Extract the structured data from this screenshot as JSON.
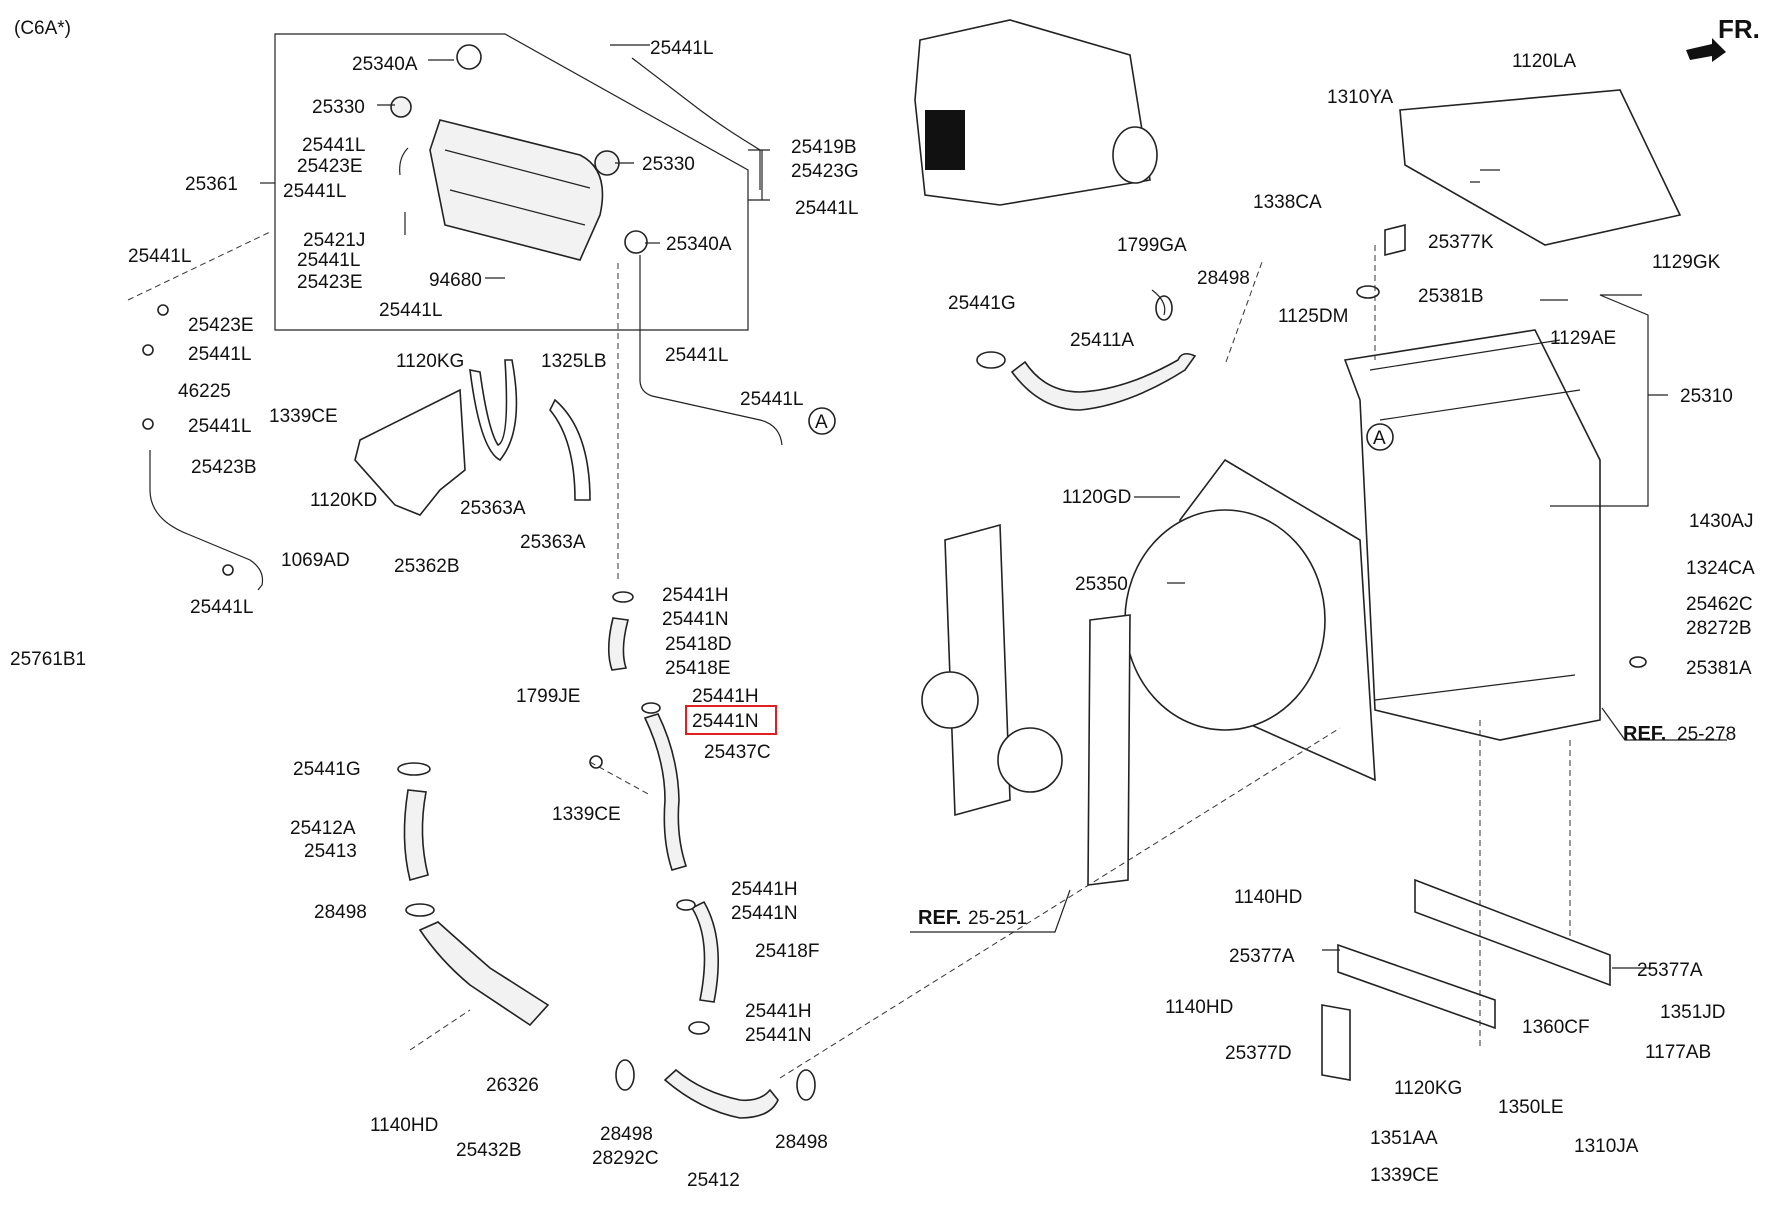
{
  "variant": "(C6A*)",
  "direction": "FR.",
  "labels": {
    "l25340A_1": "25340A",
    "l25441L_1": "25441L",
    "l25330_1": "25330",
    "l25441L_2": "25441L",
    "l25423E_1": "25423E",
    "l25361": "25361",
    "l25441L_3": "25441L",
    "l25330_2": "25330",
    "l25419B": "25419B",
    "l25423G": "25423G",
    "l25441L_4": "25441L",
    "l25421J": "25421J",
    "l25441L_5": "25441L",
    "l25340A_2": "25340A",
    "l25423E_2": "25423E",
    "l94680": "94680",
    "l25441L_6": "25441L",
    "l25441L_7": "25441L",
    "l25423E_3": "25423E",
    "l25441L_8": "25441L",
    "l25441L_9": "25441L",
    "l1120KG_1": "1120KG",
    "l1325LB": "1325LB",
    "l46225": "46225",
    "l1339CE_1": "1339CE",
    "l25441L_10": "25441L",
    "l25441L_11": "25441L",
    "l25423B": "25423B",
    "l1120KD": "1120KD",
    "l25363A_1": "25363A",
    "l25363A_2": "25363A",
    "l25362B": "25362B",
    "l1069AD": "1069AD",
    "l25441L_12": "25441L",
    "l25761B1": "25761B1",
    "l25441H_1": "25441H",
    "l25441N_1": "25441N",
    "l25418D": "25418D",
    "l25418E": "25418E",
    "l1799JE": "1799JE",
    "l25441H_2": "25441H",
    "l25441N_2": "25441N",
    "l25437C": "25437C",
    "l1339CE_2": "1339CE",
    "l25441G_1": "25441G",
    "l25412A": "25412A",
    "l25413": "25413",
    "l28498_1": "28498",
    "l25441H_3": "25441H",
    "l25441N_3": "25441N",
    "l25418F": "25418F",
    "l25441H_4": "25441H",
    "l25441N_4": "25441N",
    "l26326": "26326",
    "l1140HD_1": "1140HD",
    "l25432B": "25432B",
    "l28498_2": "28498",
    "l28292C": "28292C",
    "l25412": "25412",
    "l28498_3": "28498",
    "l1799GA": "1799GA",
    "l28498_4": "28498",
    "l25441G_2": "25441G",
    "l25411A": "25411A",
    "l1120GD": "1120GD",
    "l25350": "25350",
    "ref_251": "REF.",
    "ref_251_num": "25-251",
    "l1120LA": "1120LA",
    "l1310YA": "1310YA",
    "l1338CA": "1338CA",
    "l25377K": "25377K",
    "l1125DM": "1125DM",
    "l25381B": "25381B",
    "l1129GK": "1129GK",
    "l1129AE": "1129AE",
    "l25310": "25310",
    "l1430AJ": "1430AJ",
    "l1324CA": "1324CA",
    "l25462C": "25462C",
    "l28272B": "28272B",
    "l25381A": "25381A",
    "ref_278": "REF.",
    "ref_278_num": "25-278",
    "l1140HD_2": "1140HD",
    "l25377A_1": "25377A",
    "l25377A_2": "25377A",
    "l1140HD_3": "1140HD",
    "l1360CF": "1360CF",
    "l1351JD": "1351JD",
    "l25377D": "25377D",
    "l1177AB": "1177AB",
    "l1120KG_2": "1120KG",
    "l1350LE": "1350LE",
    "l1351AA": "1351AA",
    "l1310JA": "1310JA",
    "l1339CE_3": "1339CE",
    "circleA_1": "A",
    "circleA_2": "A"
  }
}
